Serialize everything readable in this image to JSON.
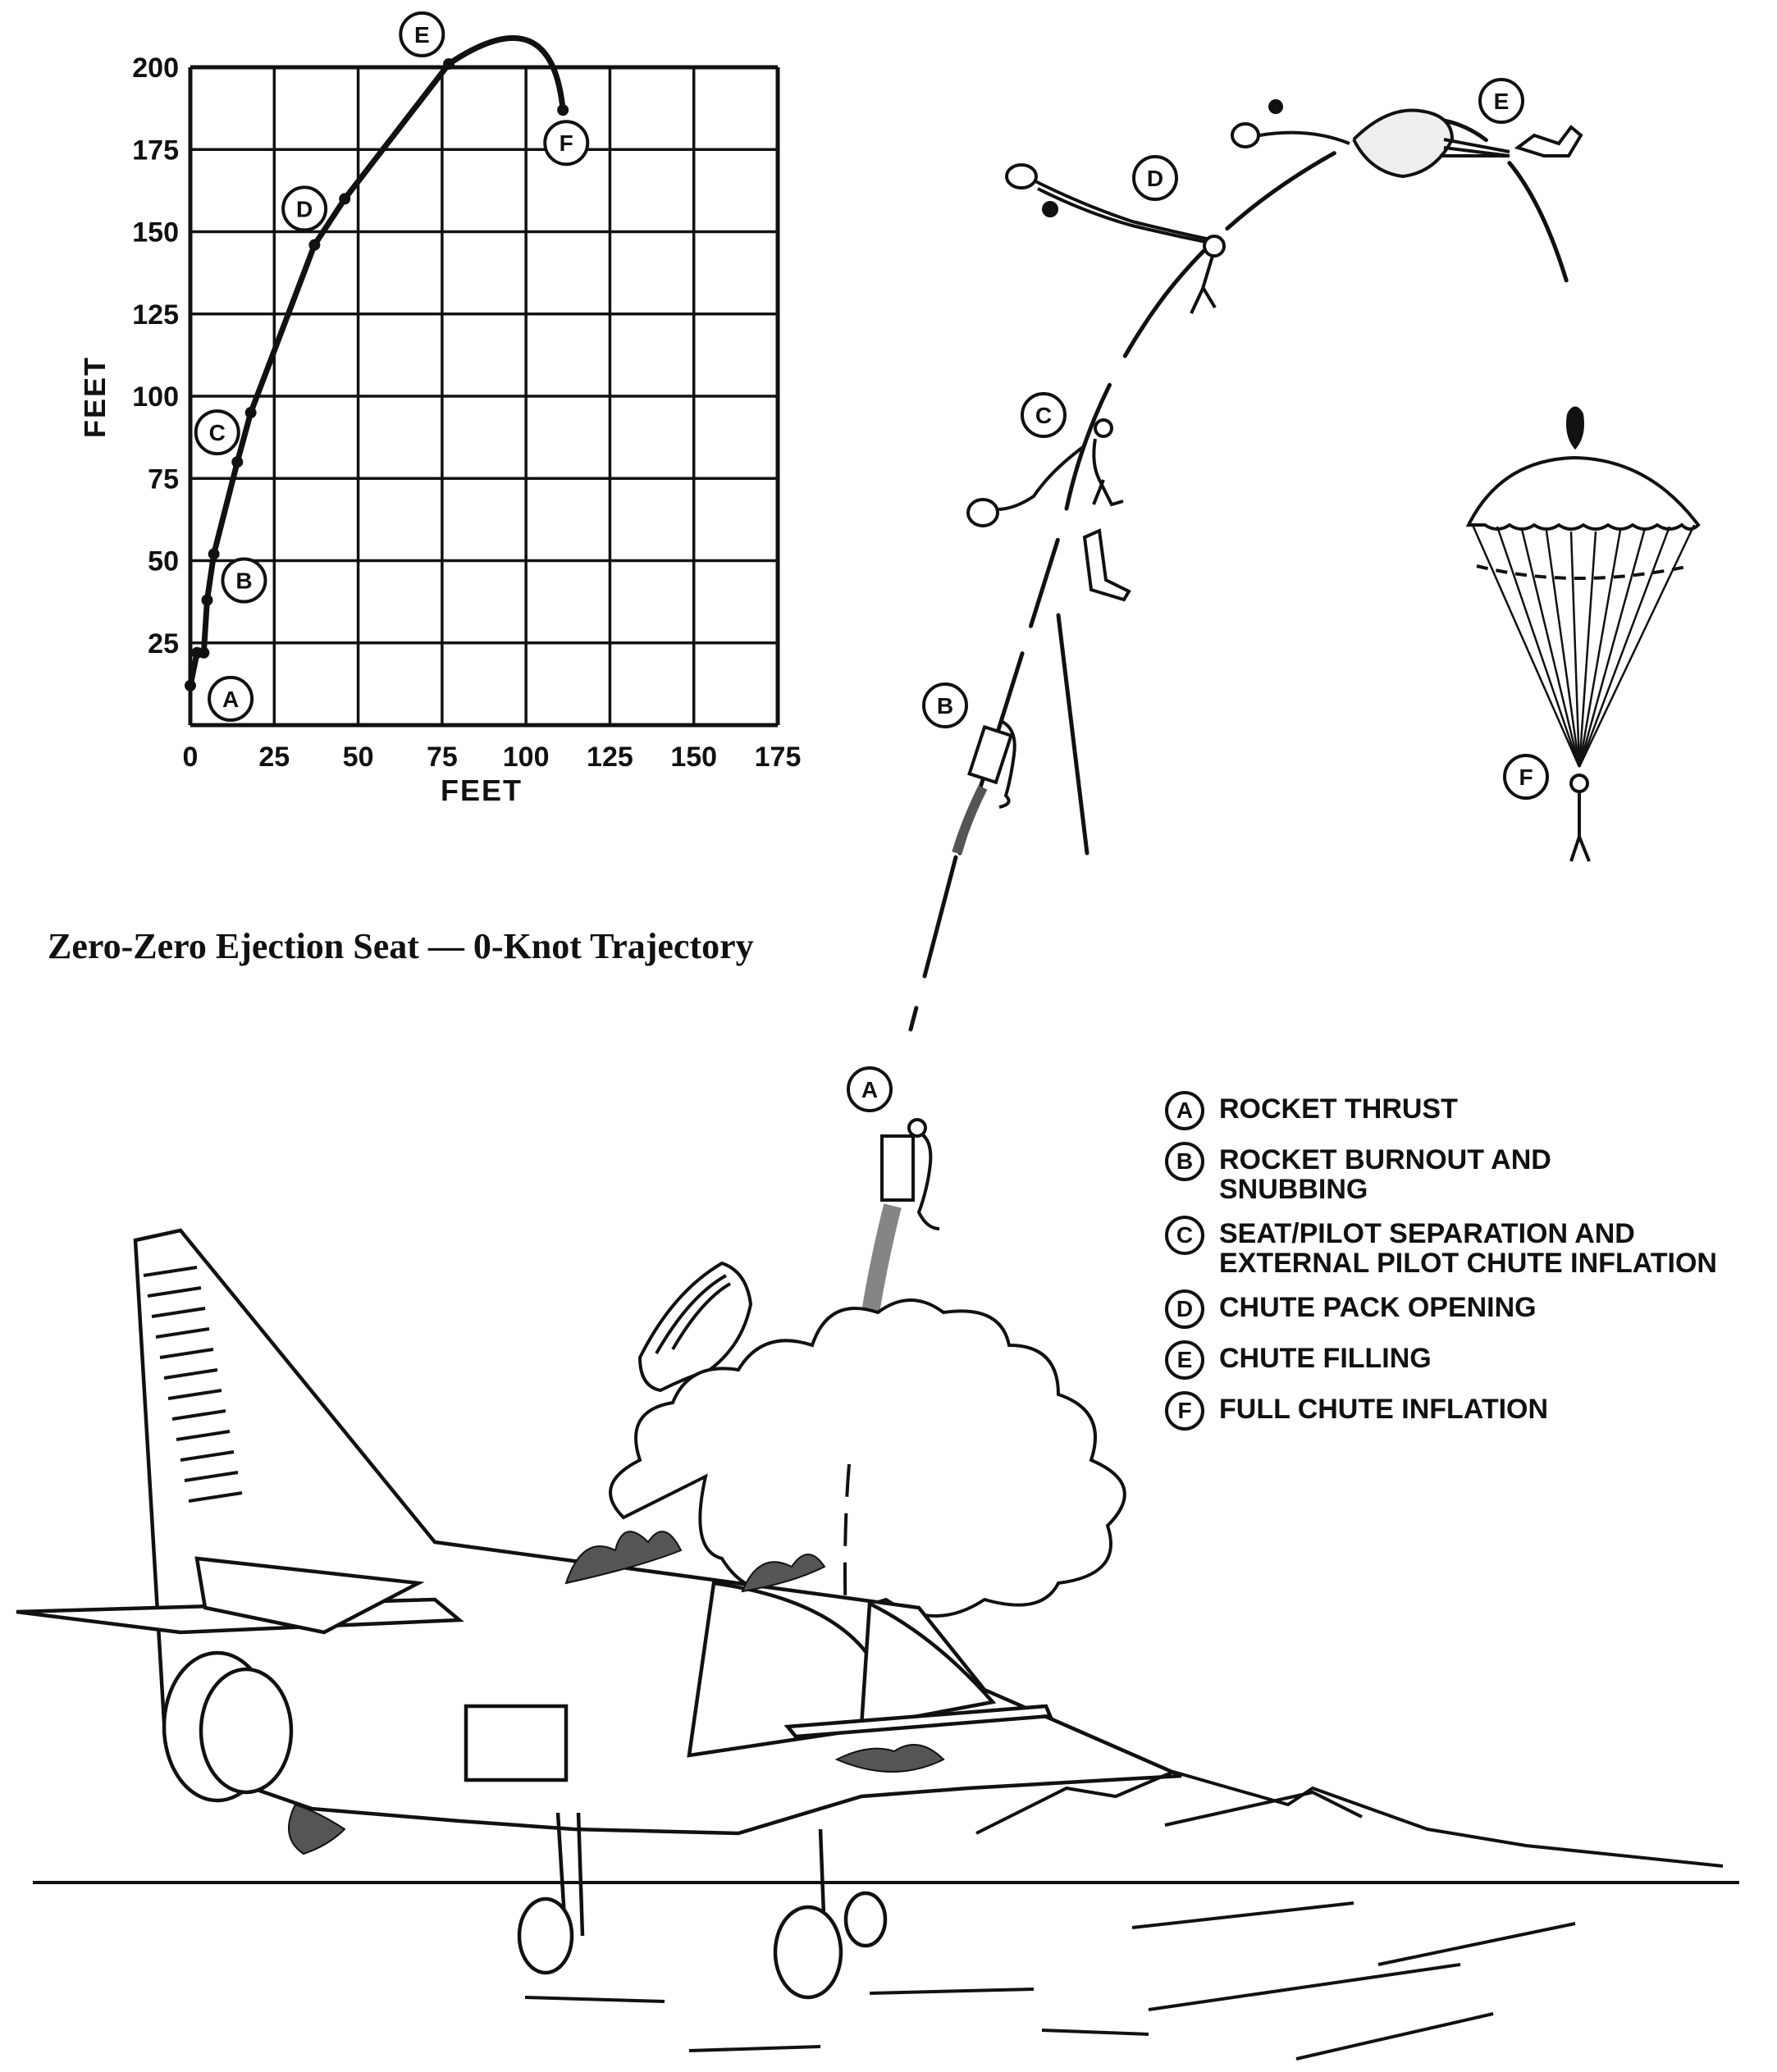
{
  "caption": "Zero-Zero Ejection Seat — 0-Knot Trajectory",
  "chart_data": {
    "type": "line",
    "title": "",
    "xlabel": "FEET",
    "ylabel": "FEET",
    "xlim": [
      0,
      175
    ],
    "ylim": [
      0,
      200
    ],
    "xticks": [
      "0",
      "25",
      "50",
      "75",
      "100",
      "125",
      "150",
      "175"
    ],
    "yticks": [
      "25",
      "50",
      "75",
      "100",
      "125",
      "150",
      "175",
      "200"
    ],
    "grid": true,
    "series": [
      {
        "points": [
          [
            0,
            12
          ],
          [
            2,
            22
          ],
          [
            4,
            22
          ],
          [
            5,
            38
          ],
          [
            7,
            52
          ],
          [
            14,
            80
          ],
          [
            18,
            95
          ],
          [
            37,
            146
          ],
          [
            46,
            160
          ],
          [
            77,
            201
          ],
          [
            111,
            187
          ]
        ]
      }
    ],
    "point_labels": [
      {
        "label": "A",
        "x": 12,
        "y": 8
      },
      {
        "label": "B",
        "x": 16,
        "y": 44
      },
      {
        "label": "C",
        "x": 8,
        "y": 89
      },
      {
        "label": "D",
        "x": 34,
        "y": 157
      },
      {
        "label": "E",
        "x": 69,
        "y": 210
      },
      {
        "label": "F",
        "x": 112,
        "y": 177
      }
    ]
  },
  "legend": [
    {
      "key": "A",
      "text": "ROCKET THRUST"
    },
    {
      "key": "B",
      "text": "ROCKET BURNOUT  AND SNUBBING"
    },
    {
      "key": "C",
      "text": "SEAT/PILOT SEPARATION AND EXTERNAL  PILOT CHUTE INFLATION"
    },
    {
      "key": "D",
      "text": "CHUTE PACK OPENING"
    },
    {
      "key": "E",
      "text": "CHUTE FILLING"
    },
    {
      "key": "F",
      "text": "FULL CHUTE INFLATION"
    }
  ],
  "stage_markers": [
    "A",
    "B",
    "C",
    "D",
    "E",
    "F"
  ]
}
